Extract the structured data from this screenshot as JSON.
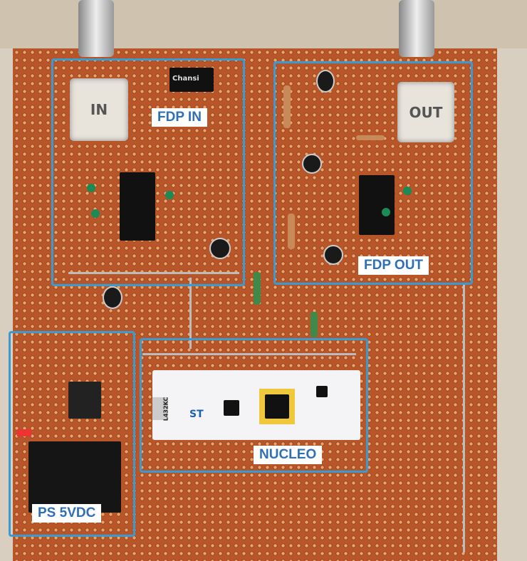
{
  "annotations": {
    "fdp_in": "FDP IN",
    "fdp_out": "FDP OUT",
    "nucleo": "NUCLEO",
    "ps": "PS 5VDC"
  },
  "photo_text": {
    "jack_in": "IN",
    "jack_out": "OUT",
    "board_model": "L432KC",
    "st_logo": "ST",
    "cap_brand": "Chansi"
  }
}
